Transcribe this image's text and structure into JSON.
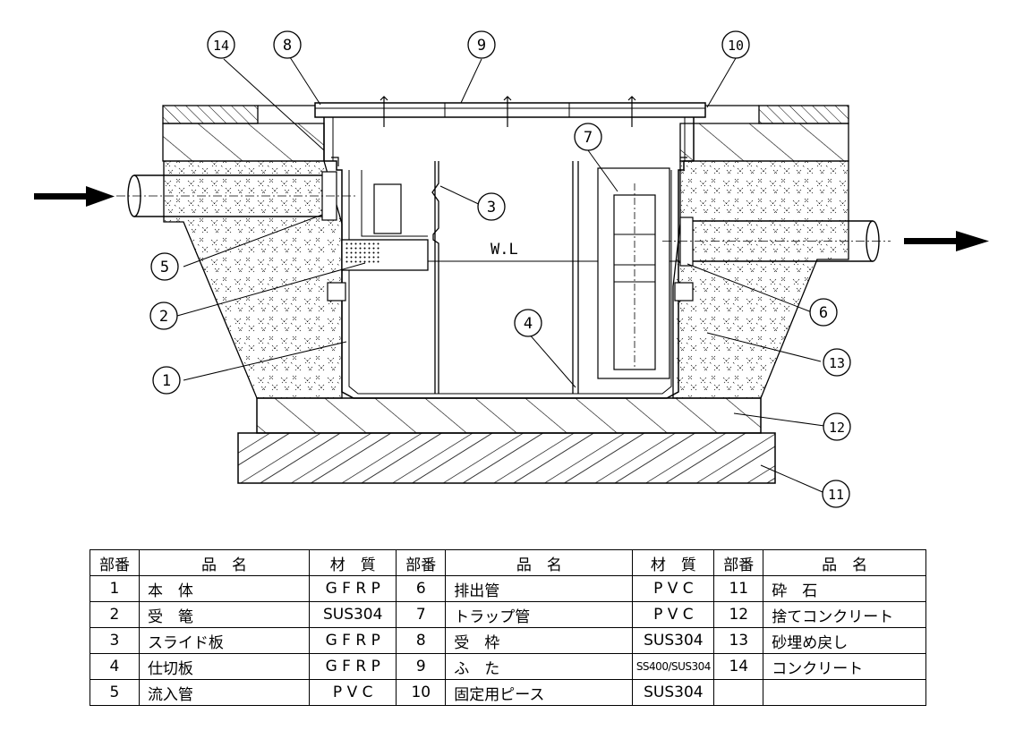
{
  "diagram": {
    "water_level_label": "W.L",
    "callouts": [
      "1",
      "2",
      "3",
      "4",
      "5",
      "6",
      "7",
      "8",
      "9",
      "10",
      "11",
      "12",
      "13",
      "14"
    ]
  },
  "table": {
    "headers": [
      "部番",
      "品　名",
      "材　質",
      "部番",
      "品　名",
      "材　質",
      "部番",
      "品　名"
    ],
    "rows": [
      [
        "1",
        "本　体",
        "G F R P",
        "6",
        "排出管",
        "P V C",
        "11",
        "砕　石"
      ],
      [
        "2",
        "受　篭",
        "SUS304",
        "7",
        "トラップ管",
        "P V C",
        "12",
        "捨てコンクリート"
      ],
      [
        "3",
        "スライド板",
        "G F R P",
        "8",
        "受　枠",
        "SUS304",
        "13",
        "砂埋め戻し"
      ],
      [
        "4",
        "仕切板",
        "G F R P",
        "9",
        "ふ　た",
        "SS400/SUS304",
        "14",
        "コンクリート"
      ],
      [
        "5",
        "流入管",
        "P V C",
        "10",
        "固定用ピース",
        "SUS304",
        "",
        ""
      ]
    ]
  },
  "colors": {
    "line": "#000000",
    "background": "#ffffff"
  }
}
